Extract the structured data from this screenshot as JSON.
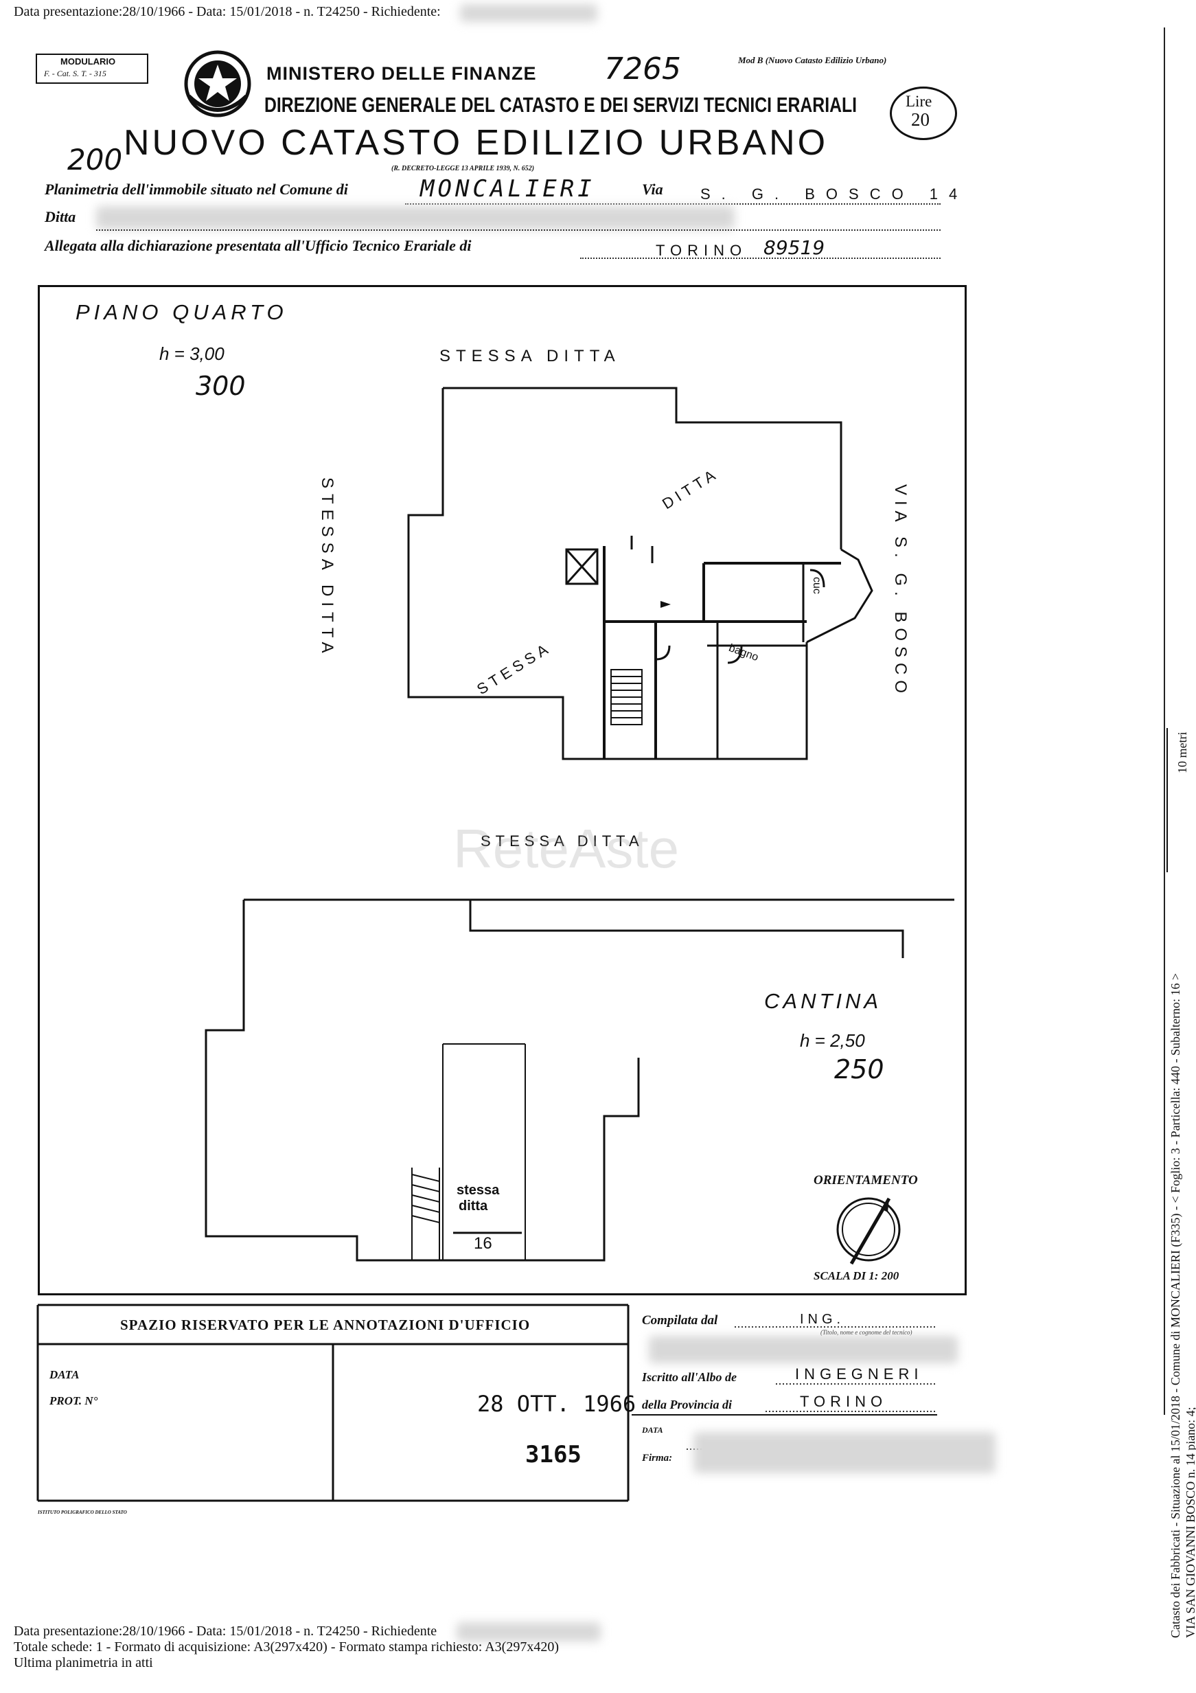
{
  "header": {
    "top_prefix": "Data presentazione:28/10/1966 - Data: 15/01/2018 - n. T24250 - Richiedente:"
  },
  "form": {
    "modulario_line1": "MODULARIO",
    "modulario_line2": "F. - Cat. S. T. - 315",
    "mod_b": "Mod B (Nuovo Catasto Edilizio Urbano)",
    "ministry": "MINISTERO DELLE FINANZE",
    "direction": "DIREZIONE GENERALE DEL CATASTO E DEI SERVIZI TECNICI ERARIALI",
    "title": "NUOVO CATASTO EDILIZIO URBANO",
    "decree": "(R. DECRETO-LEGGE 13 APRILE 1939, N. 652)",
    "handwritten_number": "7265",
    "handwritten_200": "200",
    "stamp_line1": "Lire",
    "stamp_line2": "20",
    "planimetria_label": "Planimetria dell'immobile situato nel Comune di",
    "comune": "MONCALIERI",
    "via_label": "Via",
    "via_value": "S. G. BOSCO 14",
    "ditta_label": "Ditta",
    "allegata_label": "Allegata alla dichiarazione presentata all'Ufficio Tecnico Erariale di",
    "ufficio": "TORINO",
    "ufficio_number": "89519"
  },
  "plan": {
    "floor_label": "PIANO  QUARTO",
    "floor_h": "h = 3,00",
    "floor_h_hand": "300",
    "stessa_ditta_top": "STESSA DITTA",
    "stessa_ditta_left": "STESSA DITTA",
    "ditta_diag": "DITTA",
    "stessa_diag": "STESSA",
    "via_side": "VIA S. G. BOSCO",
    "stessa_ditta_bottom": "STESSA DITTA",
    "cuc": "cuc",
    "bagno": "bagno",
    "cantina_label": "CANTINA",
    "cantina_h": "h = 2,50",
    "cantina_h_hand": "250",
    "stessa_ditta_small_1": "stessa",
    "stessa_ditta_small_2": "ditta",
    "cantina_number": "16",
    "orientamento": "ORIENTAMENTO",
    "scala": "SCALA DI 1: 200",
    "watermark": "ReteAste"
  },
  "office": {
    "reserved_title": "SPAZIO RISERVATO PER LE ANNOTAZIONI D'UFFICIO",
    "data_label": "DATA",
    "prot_label": "PROT. N°",
    "stamp_date": "28 OTT. 1966",
    "stamp_number": "3165",
    "compilata_label": "Compilata dal",
    "compilata_value": "ING.",
    "titolo_hint": "(Titolo, nome e cognome del tecnico)",
    "albo_label": "Iscritto all'Albo de",
    "albo_value": "INGEGNERI",
    "provincia_label": "della Provincia di",
    "provincia_value": "TORINO",
    "data2_label": "DATA",
    "firma_label": "Firma:",
    "printer": "ISTITUTO POLIGRAFICO DELLO STATO"
  },
  "side": {
    "scale_label": "10 metri",
    "line1": "Catasto dei Fabbricati - Situazione al 15/01/2018 - Comune di MONCALIERI (F335) - < Foglio: 3 - Particella: 440 - Subalterno: 16 >",
    "line2": "VIA SAN GIOVANNI BOSCO n. 14 piano: 4;"
  },
  "footer": {
    "line1_prefix": "Data presentazione:28/10/1966 - Data: 15/01/2018 - n. T24250 - Richiedente",
    "line2": "Totale schede: 1 - Formato di acquisizione: A3(297x420)  - Formato stampa richiesto: A3(297x420)",
    "line3": "Ultima planimetria in atti"
  }
}
